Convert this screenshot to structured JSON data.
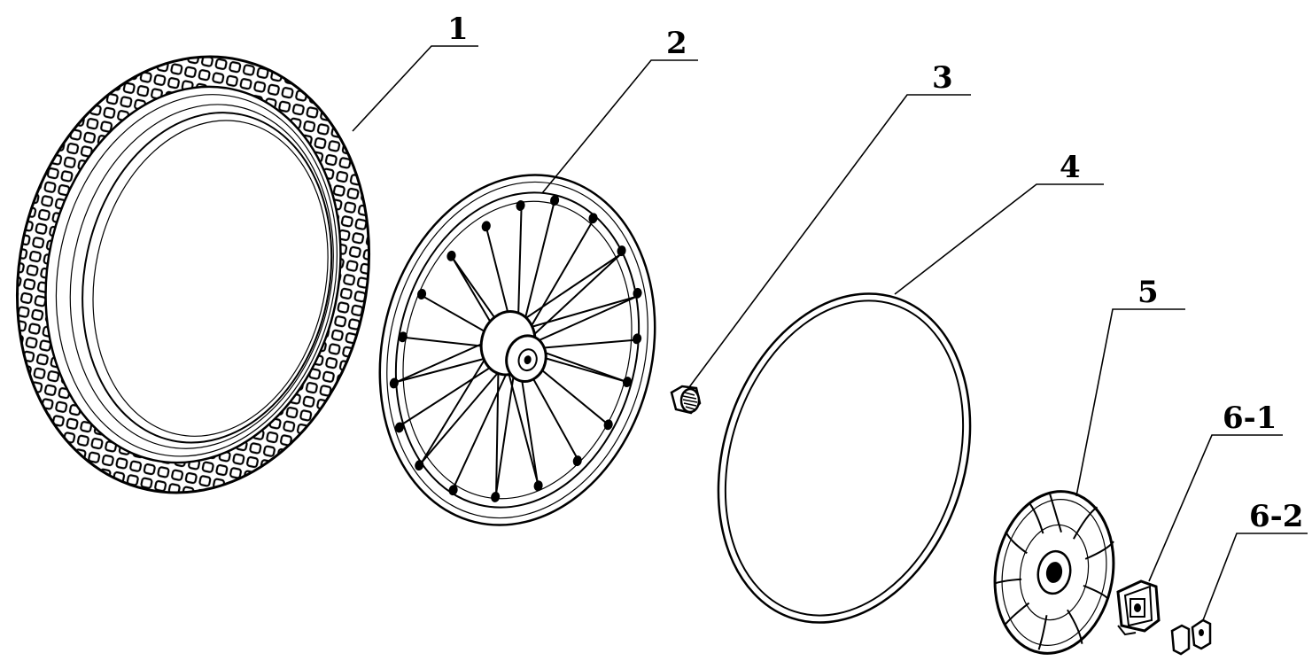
{
  "diagram": {
    "type": "exploded parts diagram",
    "callouts": [
      {
        "id": "1",
        "label": "1",
        "part": "tire-icon"
      },
      {
        "id": "2",
        "label": "2",
        "part": "spoked-wheel-icon"
      },
      {
        "id": "3",
        "label": "3",
        "part": "hub-bearing-icon"
      },
      {
        "id": "4",
        "label": "4",
        "part": "rim-tape-icon"
      },
      {
        "id": "5",
        "label": "5",
        "part": "brake-rotor-icon"
      },
      {
        "id": "6-1",
        "label": "6-1",
        "part": "brake-caliper-icon"
      },
      {
        "id": "6-2",
        "label": "6-2",
        "part": "brake-pads-icon"
      }
    ],
    "colors": {
      "ink": "#000000",
      "background": "#ffffff"
    }
  }
}
